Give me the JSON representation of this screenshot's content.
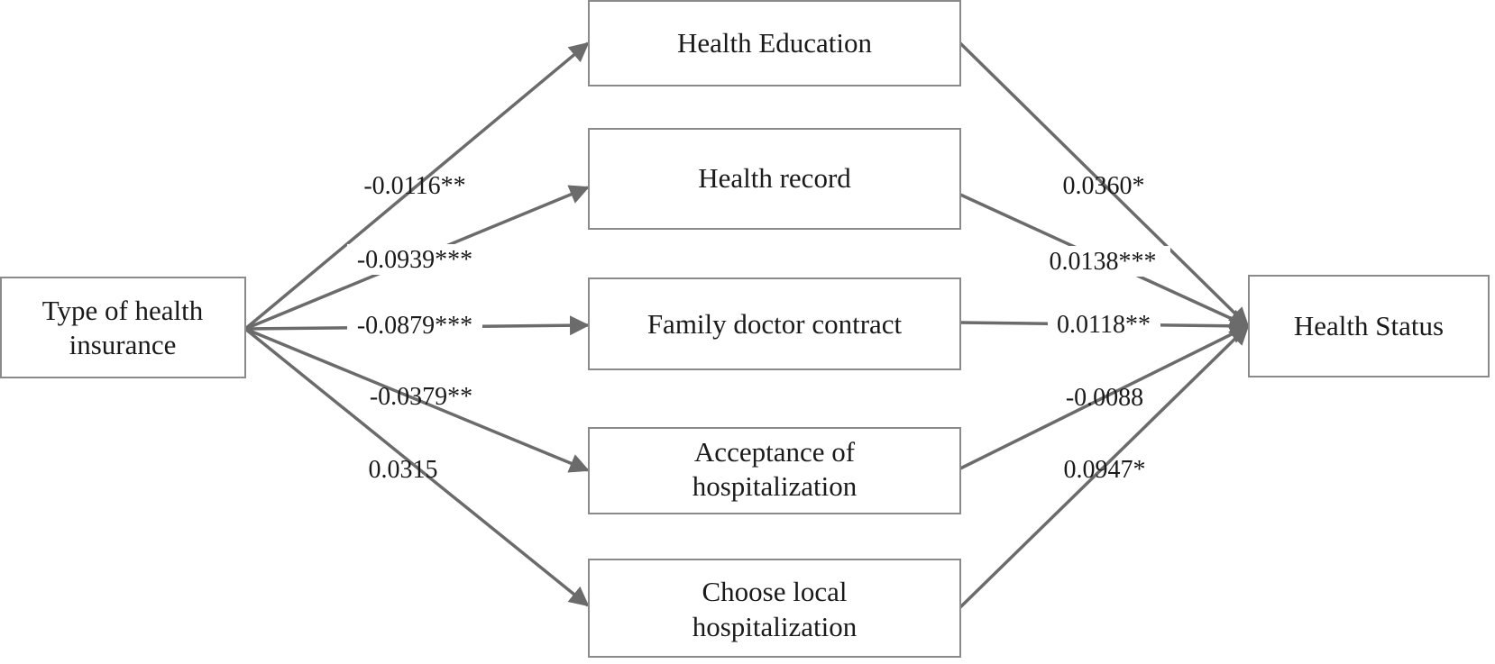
{
  "nodes": {
    "source": {
      "lines": [
        "Type of health",
        "insurance"
      ]
    },
    "mediators": [
      {
        "lines": [
          "Health Education"
        ]
      },
      {
        "lines": [
          "Health record"
        ]
      },
      {
        "lines": [
          "Family doctor contract"
        ]
      },
      {
        "lines": [
          "Acceptance of",
          "hospitalization"
        ]
      },
      {
        "lines": [
          "Choose local",
          "hospitalization"
        ]
      }
    ],
    "outcome": {
      "lines": [
        "Health Status"
      ]
    }
  },
  "edges": {
    "a_paths": [
      "-0.0116**",
      "-0.0939***",
      "-0.0879***",
      "-0.0379**",
      "0.0315"
    ],
    "b_paths": [
      "0.0360*",
      "0.0138***",
      "0.0118**",
      "-0.0088",
      "0.0947*"
    ]
  },
  "colors": {
    "edge": "#6b6b6b",
    "border": "#8a8a8a",
    "text": "#1a1a1a"
  }
}
